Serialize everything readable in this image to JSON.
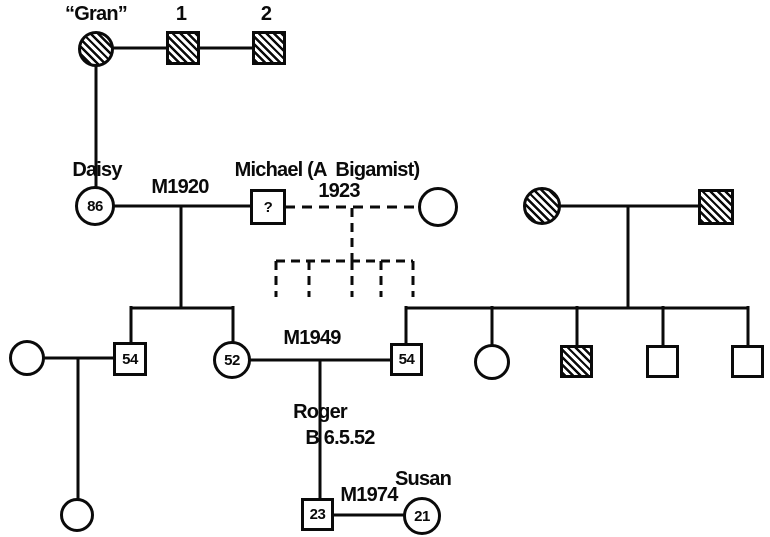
{
  "diagram_type": "family pedigree genogram",
  "people": {
    "gran": {
      "name": "“Gran”"
    },
    "gran_partner_1": {
      "label": "1"
    },
    "gran_partner_2": {
      "label": "2"
    },
    "daisy": {
      "name": "Daisy",
      "age": "86"
    },
    "michael": {
      "name": "Michael (A  Bigamist)",
      "status": "?"
    },
    "son": {
      "age": "54"
    },
    "daughter": {
      "age": "52"
    },
    "daughters_husband": {
      "age": "54"
    },
    "roger": {
      "name": "Roger",
      "birth": "B 6.5.52",
      "age": "23"
    },
    "susan": {
      "name": "Susan",
      "age": "21"
    }
  },
  "marriages": {
    "daisy_michael": "M1920",
    "michael_bigamous": "1923",
    "daughter_husband": "M1949",
    "roger_susan": "M1974"
  },
  "style": {
    "line_color": "#0a0a0a",
    "background": "#ffffff",
    "shaded_fill": "diagonal-hatch"
  }
}
